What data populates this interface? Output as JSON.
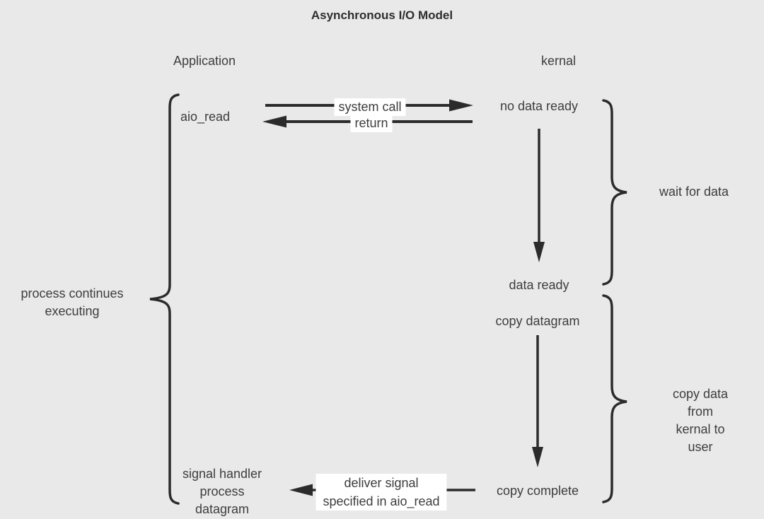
{
  "diagram": {
    "title": "Asynchronous I/O Model",
    "columns": {
      "left": "Application",
      "right": "kernal"
    },
    "nodes": {
      "aio_read": "aio_read",
      "no_data_ready": "no data ready",
      "data_ready": "data ready",
      "copy_datagram": "copy datagram",
      "copy_complete": "copy complete",
      "signal_handler": "signal handler\nprocess\ndatagram"
    },
    "edge_labels": {
      "system_call": "system call",
      "return": "return",
      "deliver_signal": "deliver signal\nspecified in aio_read"
    },
    "brace_labels": {
      "process_continues": "process continues\nexecuting",
      "wait_for_data": "wait for data",
      "copy_data": "copy data from\nkernal to user"
    },
    "colors": {
      "background": "#e9e9e9",
      "text": "#3d3d3d",
      "line": "#2b2b2b",
      "label_bg": "#ffffff"
    }
  }
}
